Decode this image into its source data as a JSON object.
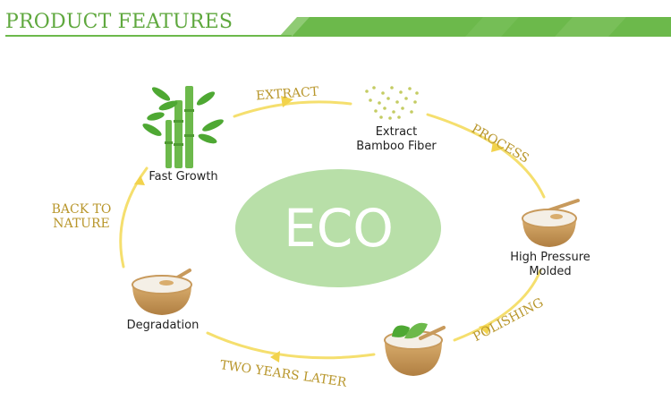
{
  "header": {
    "title": "PRODUCT FEATURES"
  },
  "center": {
    "text": "ECO"
  },
  "stages": {
    "fast_growth": "Fast Growth",
    "extract_fiber_line1": "Extract",
    "extract_fiber_line2": "Bamboo Fiber",
    "molded_line1": "High Pressure",
    "molded_line2": "Molded",
    "degradation": "Degradation"
  },
  "arrows": {
    "extract": "EXTRACT",
    "process": "PROCESS",
    "polishing": "POLISHING",
    "two_years_later": "TWO YEARS LATER",
    "back_to_line1": "BACK TO",
    "back_to_line2": "NATURE"
  },
  "colors": {
    "header_green": "#6cb94b",
    "eco_ellipse": "#b8dfa8",
    "arrow_yellow": "#f5df6e",
    "arrow_label_gold": "#b8962b",
    "bowl_brown": "#c89a5c"
  },
  "icons": [
    "bamboo-icon",
    "fiber-dots-icon",
    "bowl-icon",
    "bowl-leaves-icon",
    "bowl-spoon-icon"
  ]
}
